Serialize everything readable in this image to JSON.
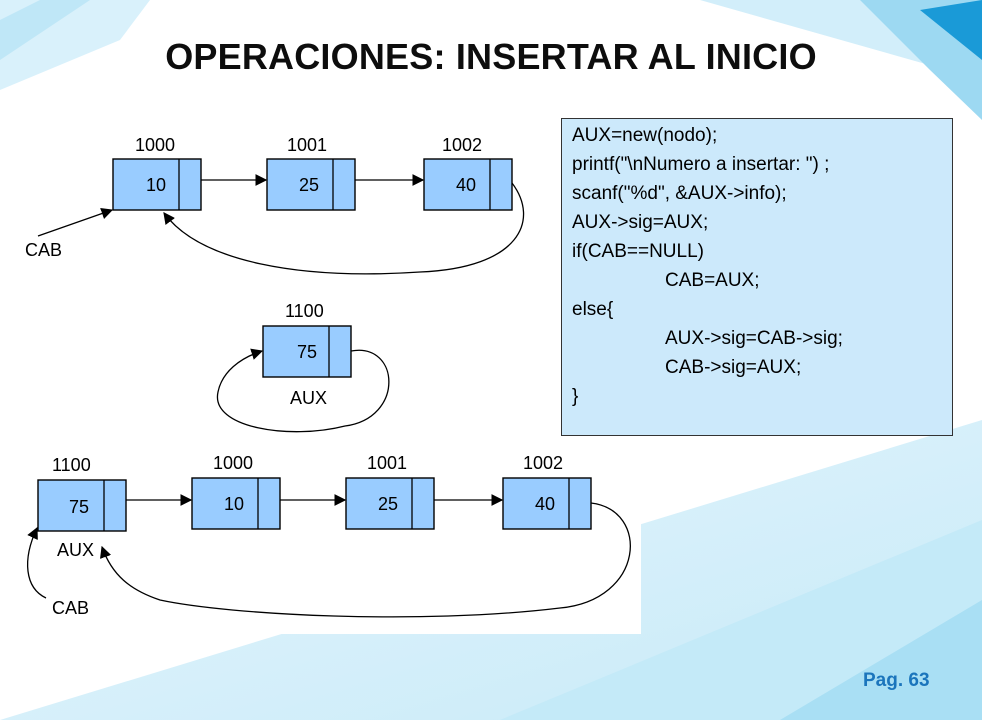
{
  "slide": {
    "title": "OPERACIONES: INSERTAR AL INICIO",
    "page_number": "Pag. 63",
    "colors": {
      "node_fill": "#99ccff",
      "code_bg": "#cce9fb",
      "accent": "#1b75bc"
    }
  },
  "code": [
    "AUX=new(nodo);",
    "printf(\"\\nNumero a insertar: \") ;",
    "scanf(\"%d\", &AUX->info);",
    "AUX->sig=AUX;",
    "if(CAB==NULL)",
    "CAB=AUX;",
    "else{",
    "AUX->sig=CAB->sig;",
    "CAB->sig=AUX;",
    "}"
  ],
  "diagram_top": {
    "nodes": [
      {
        "address": "1000",
        "value": "10"
      },
      {
        "address": "1001",
        "value": "25"
      },
      {
        "address": "1002",
        "value": "40"
      }
    ],
    "pointer": "CAB"
  },
  "diagram_new": {
    "node": {
      "address": "1100",
      "value": "75"
    },
    "pointer": "AUX"
  },
  "diagram_bottom": {
    "nodes": [
      {
        "address": "1100",
        "value": "75"
      },
      {
        "address": "1000",
        "value": "10"
      },
      {
        "address": "1001",
        "value": "25"
      },
      {
        "address": "1002",
        "value": "40"
      }
    ],
    "pointer_aux": "AUX",
    "pointer_cab": "CAB"
  }
}
